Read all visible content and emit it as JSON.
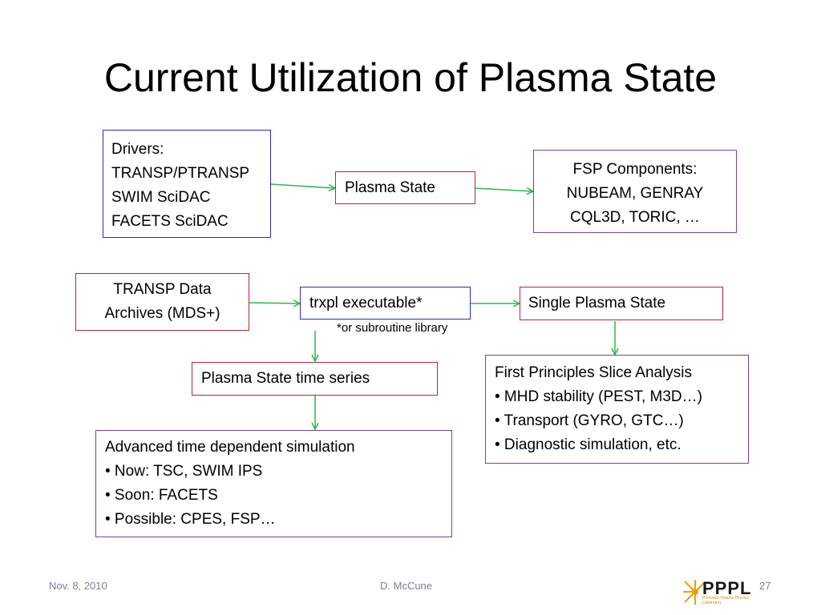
{
  "slide": {
    "title": "Current Utilization of Plasma State",
    "boxes": {
      "drivers": [
        "Drivers:",
        "TRANSP/PTRANSP",
        "SWIM SciDAC",
        "FACETS SciDAC"
      ],
      "plasma_state": [
        "Plasma State"
      ],
      "fsp_components": [
        "FSP Components:",
        "NUBEAM, GENRAY",
        "CQL3D, TORIC, …"
      ],
      "transp_archives": [
        "TRANSP Data",
        "Archives (MDS+)"
      ],
      "trxpl": [
        "trxpl executable*"
      ],
      "single_state": [
        "Single Plasma State"
      ],
      "time_series": [
        "Plasma State time series"
      ],
      "first_principles": [
        "First Principles Slice Analysis",
        "• MHD stability (PEST, M3D…)",
        "• Transport (GYRO, GTC…)",
        "• Diagnostic simulation, etc."
      ],
      "advanced": [
        "Advanced time dependent simulation",
        "• Now: TSC, SWIM IPS",
        "• Soon: FACETS",
        "• Possible: CPES, FSP…"
      ]
    },
    "footnote": "*or subroutine library"
  },
  "footer": {
    "date": "Nov. 8, 2010",
    "author": "D. McCune",
    "page": "27",
    "logo": "PPPL",
    "logo_subtext": "Princeton Plasma Physics Laboratory"
  },
  "colors": {
    "arrow": "#2eb84a",
    "border_blue": "#2b2bc0",
    "border_red": "#b3263a",
    "border_purple": "#7b3fa8",
    "footer_text": "#7a7f9a",
    "logo_accent": "#f0a000"
  }
}
